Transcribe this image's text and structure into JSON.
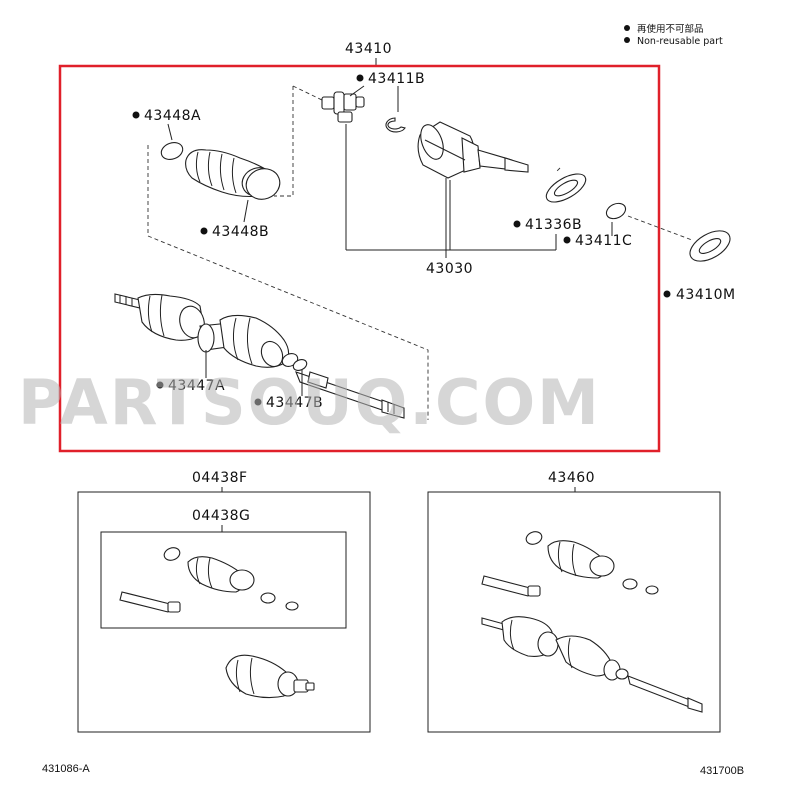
{
  "legend": {
    "line1": "再使用不可部品",
    "line2": "Non-reusable part"
  },
  "assembly": {
    "number": "43410"
  },
  "callouts": {
    "p43411B": "43411B",
    "p43448A": "43448A",
    "p43448B": "43448B",
    "p41336B": "41336B",
    "p43411C": "43411C",
    "p43030": "43030",
    "p43410M": "43410M",
    "p43447A": "43447A",
    "p43447B": "43447B"
  },
  "kits": {
    "k04438F": "04438F",
    "k04438G": "04438G",
    "k43460": "43460"
  },
  "refs": {
    "left": "431086-A",
    "right": "431700B"
  },
  "watermark": "PARTSOUQ.COM",
  "colors": {
    "highlight_box": "#e0202a",
    "line": "#222222",
    "watermark": "#b4b4b4"
  }
}
